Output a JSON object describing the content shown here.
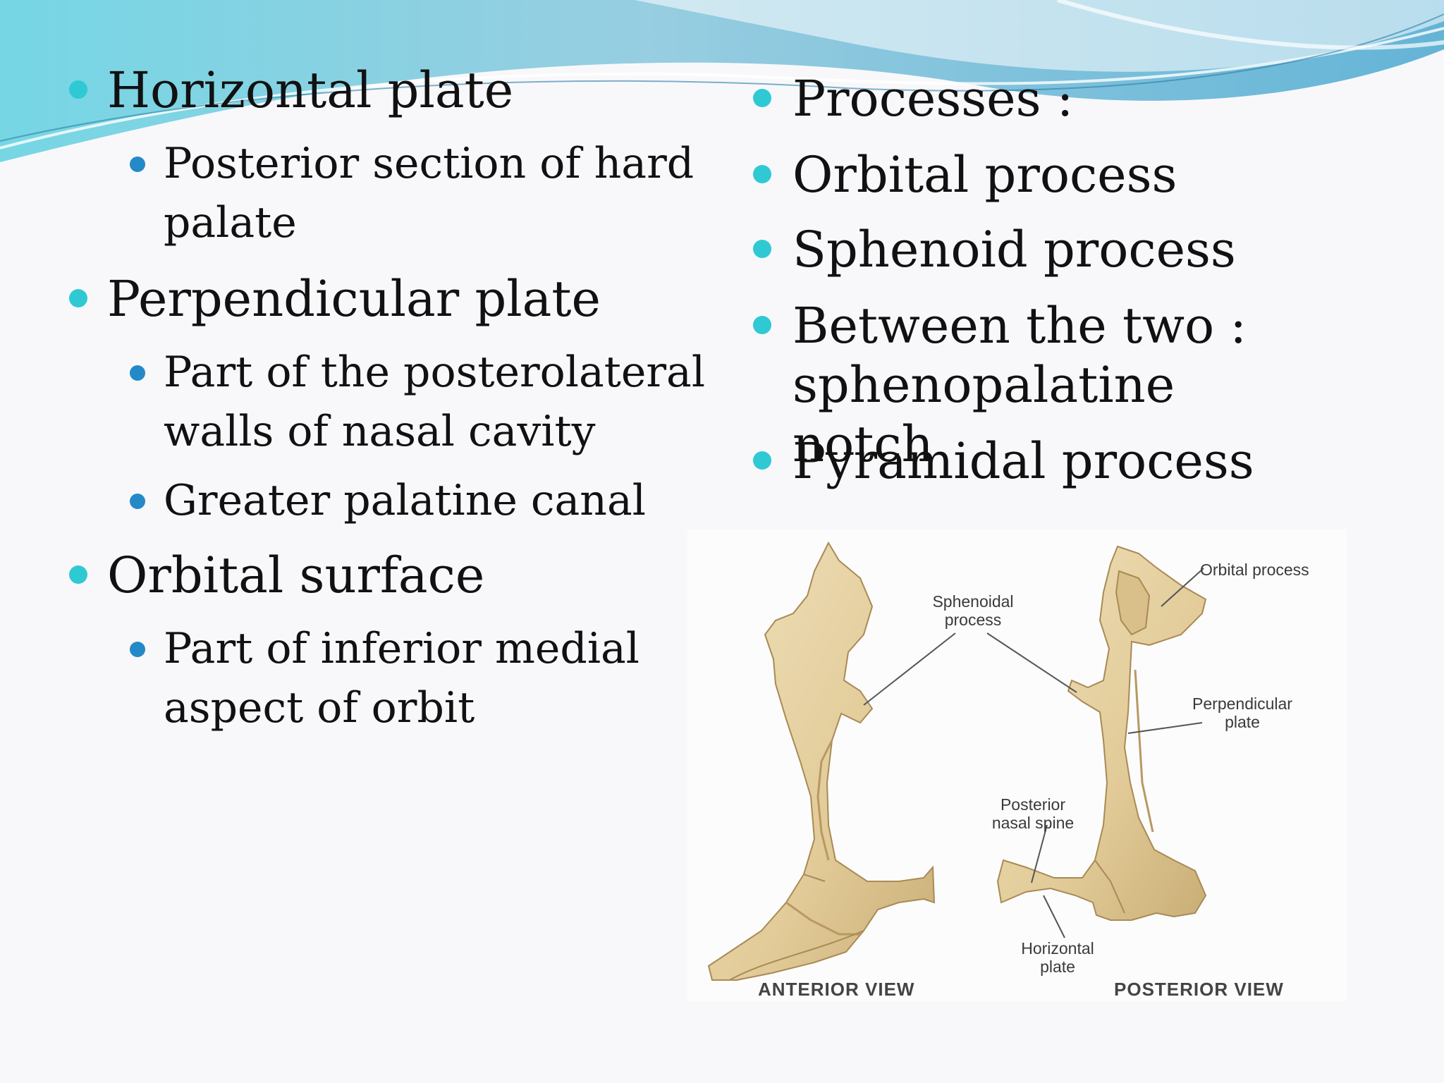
{
  "left_column": {
    "horizontal_plate": {
      "heading": "Horizontal plate",
      "points": [
        "Posterior section of hard palate"
      ]
    },
    "perpendicular_plate": {
      "heading": "Perpendicular plate",
      "points": [
        "Part of the posterolateral walls of nasal cavity",
        "Greater palatine canal"
      ]
    },
    "orbital_surface": {
      "heading": "Orbital surface",
      "points": [
        "Part of inferior medial aspect of orbit"
      ]
    }
  },
  "right_column": {
    "items": [
      "Processes :",
      "Orbital process",
      "Sphenoid process",
      "Between the two : sphenopalatine notch",
      "Pyramidal process"
    ]
  },
  "figure": {
    "labels": {
      "orbital_process": "Orbital process",
      "sphenoidal_process": "Sphenoidal process",
      "perpendicular_plate": "Perpendicular plate",
      "posterior_nasal_spine": "Posterior nasal spine",
      "horizontal_plate": "Horizontal plate",
      "anterior_view": "ANTERIOR VIEW",
      "posterior_view": "POSTERIOR VIEW"
    }
  },
  "colors": {
    "bullet_level1": "#2fc9d4",
    "bullet_level2": "#2489c7",
    "bone_fill": "#e7d4a8",
    "bone_shade": "#c9ad76"
  }
}
